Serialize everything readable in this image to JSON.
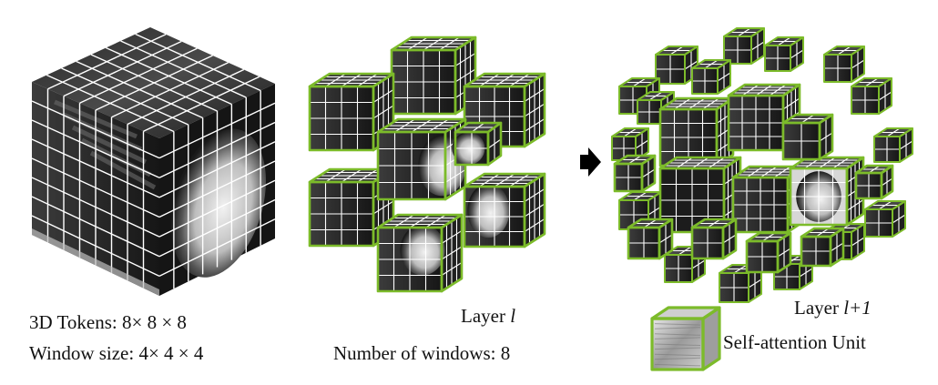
{
  "captions": {
    "tokens": "3D Tokens: 8× 8 × 8",
    "window_size": "Window size: 4× 4 × 4",
    "layer_l_prefix": "Layer ",
    "layer_l_var": "l",
    "num_windows": "Number of windows: 8",
    "layer_l1_prefix": "Layer ",
    "layer_l1_var": "l+1",
    "unit_label": "Self-attention Unit"
  },
  "icons": {
    "arrow": "right-arrow-icon",
    "unit": "self-attention-unit-icon"
  },
  "colors": {
    "window_border": "#7cbb2a",
    "grid_line": "#ffffff",
    "dark_cell": "#141414",
    "arrow": "#000000"
  }
}
